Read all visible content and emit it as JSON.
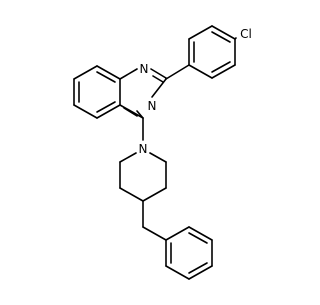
{
  "molecule": {
    "atom_labels": {
      "n1": "N",
      "n3": "N",
      "n_piperidine": "N",
      "cl": "Cl"
    },
    "colors": {
      "bond": "#000000",
      "label": "#000000",
      "background": "#ffffff"
    }
  }
}
